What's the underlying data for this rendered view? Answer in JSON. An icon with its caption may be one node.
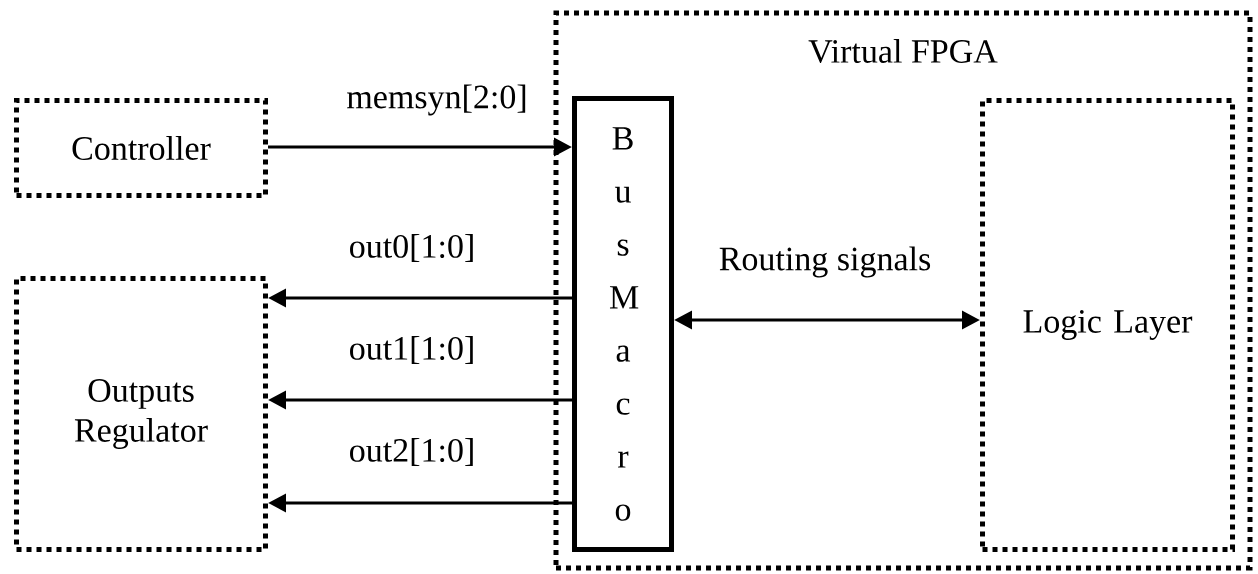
{
  "diagram": {
    "nodes": [
      {
        "text": [
          "Controller"
        ]
      },
      {
        "text": [
          "Outputs Regulator"
        ]
      },
      {
        "text": [
          "Virtual FPGA"
        ]
      },
      {
        "text": [
          "Bus Macro"
        ],
        "in": 2
      },
      {
        "text": [
          "Logic Layer"
        ],
        "in": 2
      }
    ],
    "edges": [
      {
        "from": 0,
        "to": 3,
        "arrow": "to",
        "label": "memsyn[2:0]"
      },
      {
        "from": 3,
        "to": 1,
        "arrow": "to",
        "label": "out0[1:0]"
      },
      {
        "from": 3,
        "to": 1,
        "arrow": "to",
        "label": "out1[1:0]"
      },
      {
        "from": 3,
        "to": 1,
        "arrow": "to",
        "label": "out2[1:0]"
      },
      {
        "from": 3,
        "to": 4,
        "arrow": "both",
        "label": "Routing signals"
      }
    ]
  }
}
